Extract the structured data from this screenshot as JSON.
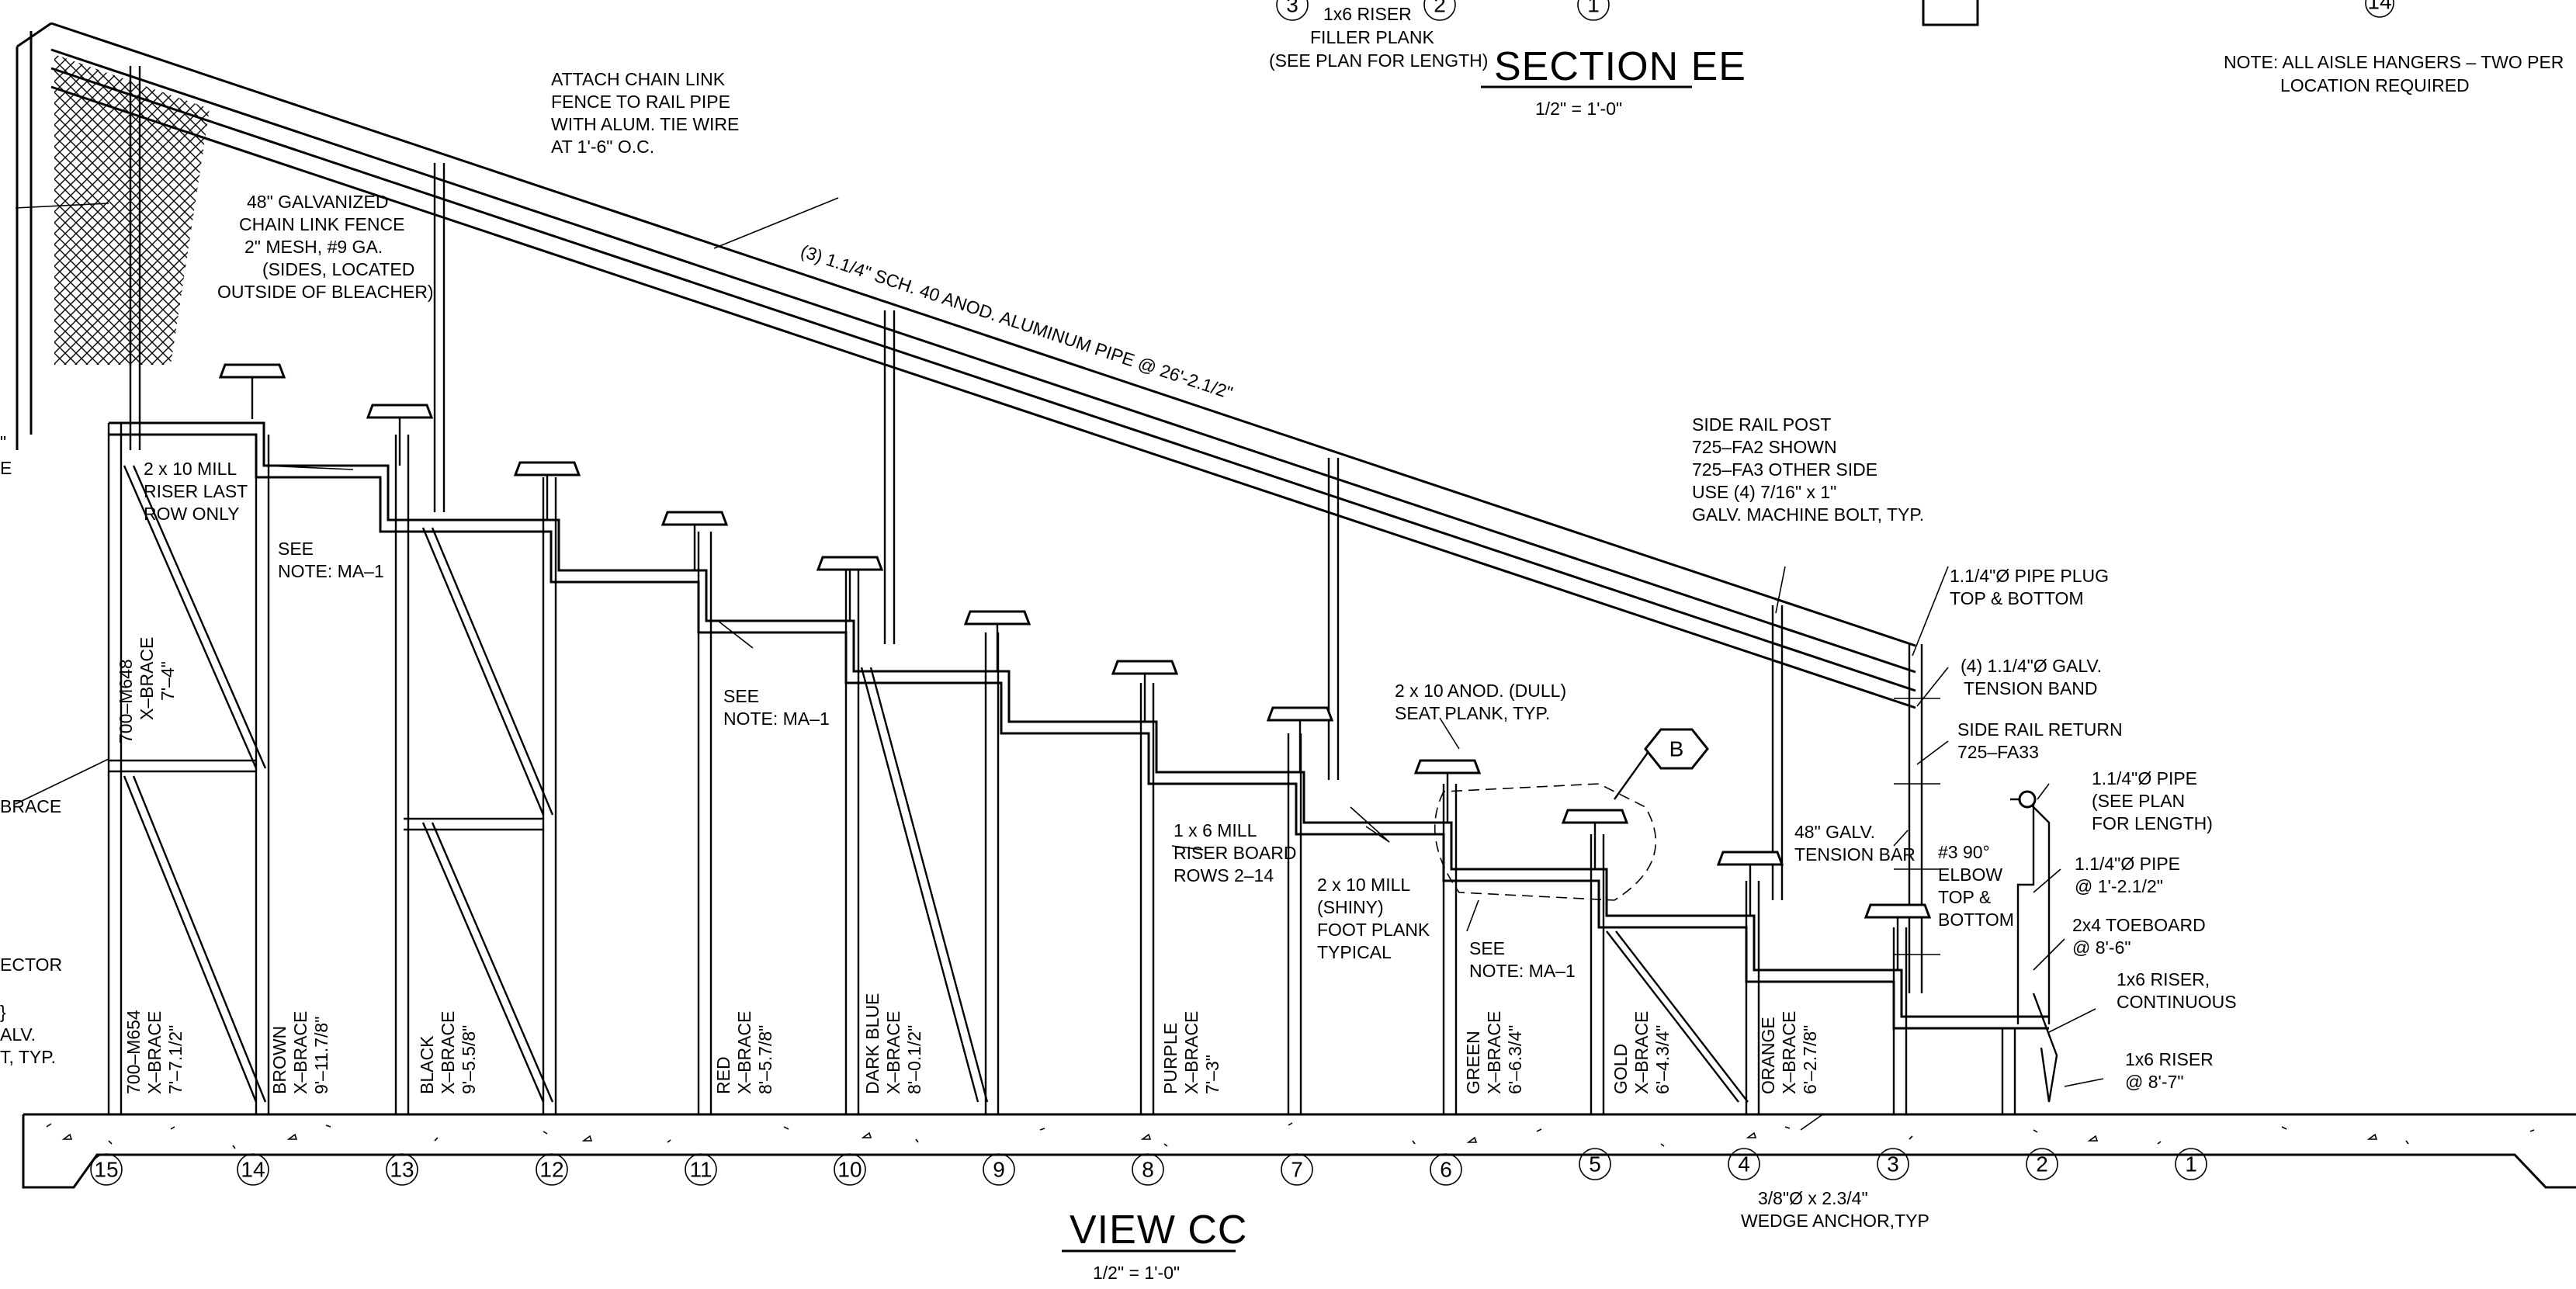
{
  "section_title": "SECTION  EE",
  "section_scale": "1/2\" = 1'-0\"",
  "view_title": "VIEW   CC",
  "view_scale": "1/2\" = 1'-0\"",
  "top_partial": {
    "riser_num_left": "3",
    "riser_num_right": "2",
    "riser_num_center": "1",
    "riser_num_far": "14",
    "riser_filler_lines": [
      "1x6 RISER",
      "FILLER PLANK",
      "(SEE PLAN FOR LENGTH)"
    ]
  },
  "note_lines": [
    "NOTE:  ALL AISLE HANGERS – TWO PER",
    "LOCATION REQUIRED"
  ],
  "callouts": {
    "attach_fence": [
      "ATTACH CHAIN LINK",
      "FENCE TO RAIL PIPE",
      "WITH ALUM. TIE WIRE",
      "AT 1'-6\" O.C."
    ],
    "chain_fence": [
      "48\" GALVANIZED",
      "CHAIN LINK FENCE",
      "2\" MESH, #9 GA.",
      "(SIDES, LOCATED",
      "OUTSIDE OF BLEACHER)"
    ],
    "pipe": "(3) 1.1/4\" SCH. 40 ANOD. ALUMINUM PIPE @ 26'-2.1/2\"",
    "riser_last": [
      "2 x 10 MILL",
      "RISER LAST",
      "ROW ONLY"
    ],
    "see_note_1": [
      "SEE",
      "NOTE: MA–1"
    ],
    "see_note_2": [
      "SEE",
      "NOTE: MA–1"
    ],
    "see_note_3": [
      "SEE",
      "NOTE: MA–1"
    ],
    "side_rail_post": [
      "SIDE RAIL POST",
      "725–FA2 SHOWN",
      "725–FA3 OTHER SIDE",
      "USE (4) 7/16\" x 1\"",
      "GALV. MACHINE BOLT, TYP."
    ],
    "pipe_plug": [
      "1.1/4\"Ø PIPE PLUG",
      "TOP & BOTTOM"
    ],
    "tension_band": [
      "(4) 1.1/4\"Ø GALV.",
      "TENSION BAND"
    ],
    "side_rail_return": [
      "SIDE RAIL RETURN",
      "725–FA33"
    ],
    "pipe_plan": [
      "1.1/4\"Ø PIPE",
      "(SEE PLAN",
      "FOR LENGTH)"
    ],
    "seat_plank": [
      "2 x 10 ANOD. (DULL)",
      "SEAT PLANK, TYP."
    ],
    "riser_board": [
      "1 x 6 MILL",
      "RISER BOARD",
      "ROWS 2–14"
    ],
    "foot_plank": [
      "2 x 10 MILL",
      "(SHINY)",
      "FOOT PLANK",
      "TYPICAL"
    ],
    "tension_bar": [
      "48\" GALV.",
      "TENSION BAR"
    ],
    "elbow": [
      "#3  90°",
      "ELBOW",
      "TOP &",
      "BOTTOM"
    ],
    "pipe_1_2": [
      "1.1/4\"Ø PIPE",
      "@ 1'-2.1/2\""
    ],
    "toeboard": [
      "2x4 TOEBOARD",
      "@ 8'-6\""
    ],
    "riser_continuous": [
      "1x6 RISER,",
      "CONTINUOUS"
    ],
    "riser_8_7": [
      "1x6 RISER",
      "@ 8'-7\""
    ],
    "wedge_anchor": [
      "3/8\"Ø x 2.3/4\"",
      "WEDGE ANCHOR,TYP"
    ],
    "detail_b": "B"
  },
  "left_edge_fragments": {
    "brace": "BRACE",
    "ector": "ECTOR",
    "alv": [
      "}",
      "ALV.",
      "T, TYP."
    ],
    "e": "E",
    "quote": "\""
  },
  "brace_labels": [
    [
      "700–M648",
      "X–BRACE",
      "7'–4\""
    ],
    [
      "700–M654",
      "X–BRACE",
      "7'–7.1/2\""
    ],
    [
      "BROWN",
      "X–BRACE",
      "9'–11.7/8\""
    ],
    [
      "BLACK",
      "X–BRACE",
      "9'–5.5/8\""
    ],
    [
      "RED",
      "X–BRACE",
      "8'–5.7/8\""
    ],
    [
      "DARK BLUE",
      "X–BRACE",
      "8'–0.1/2\""
    ],
    [
      "PURPLE",
      "X–BRACE",
      "7'–3\""
    ],
    [
      "GREEN",
      "X–BRACE",
      "6'–6.3/4\""
    ],
    [
      "GOLD",
      "X–BRACE",
      "6'–4.3/4\""
    ],
    [
      "ORANGE",
      "X–BRACE",
      "6'–2.7/8\""
    ]
  ],
  "row_numbers": [
    "15",
    "14",
    "13",
    "12",
    "11",
    "10",
    "9",
    "8",
    "7",
    "6",
    "5",
    "4",
    "3",
    "2",
    "1"
  ]
}
